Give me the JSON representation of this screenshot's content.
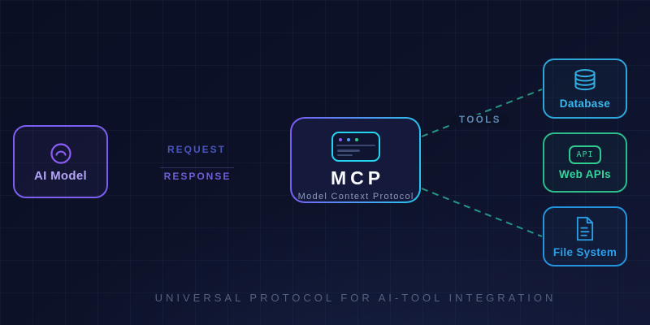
{
  "page": {
    "caption": "UNIVERSAL PROTOCOL FOR AI-TOOL INTEGRATION"
  },
  "ai_model": {
    "label": "AI Model",
    "icon": "robot-face-icon"
  },
  "connection": {
    "request_label": "REQUEST",
    "response_label": "RESPONSE"
  },
  "mcp": {
    "title": "MCP",
    "subtitle": "Model Context Protocol",
    "icon": "window-icon",
    "window_dots": [
      "purple",
      "blue",
      "green"
    ]
  },
  "tools_label": "TOOLS",
  "tools": [
    {
      "label": "Database",
      "icon": "database-icon",
      "accent_color": "#2fa6d9"
    },
    {
      "label": "Web APIs",
      "icon": "api-badge-icon",
      "icon_text": "API",
      "accent_color": "#2cbc8c"
    },
    {
      "label": "File System",
      "icon": "document-icon",
      "accent_color": "#2394dd"
    }
  ],
  "colors": {
    "background": "#0d1126",
    "ai_accent": "#7b5ff0",
    "mcp_border_gradient": [
      "#7b5cf5",
      "#27c7ec"
    ],
    "request_text": "#4a55b8",
    "response_text": "#6f5ed6",
    "tools_connector": "#2aa492",
    "tools_text": "#5c88b3",
    "caption_text": "#56617c"
  }
}
